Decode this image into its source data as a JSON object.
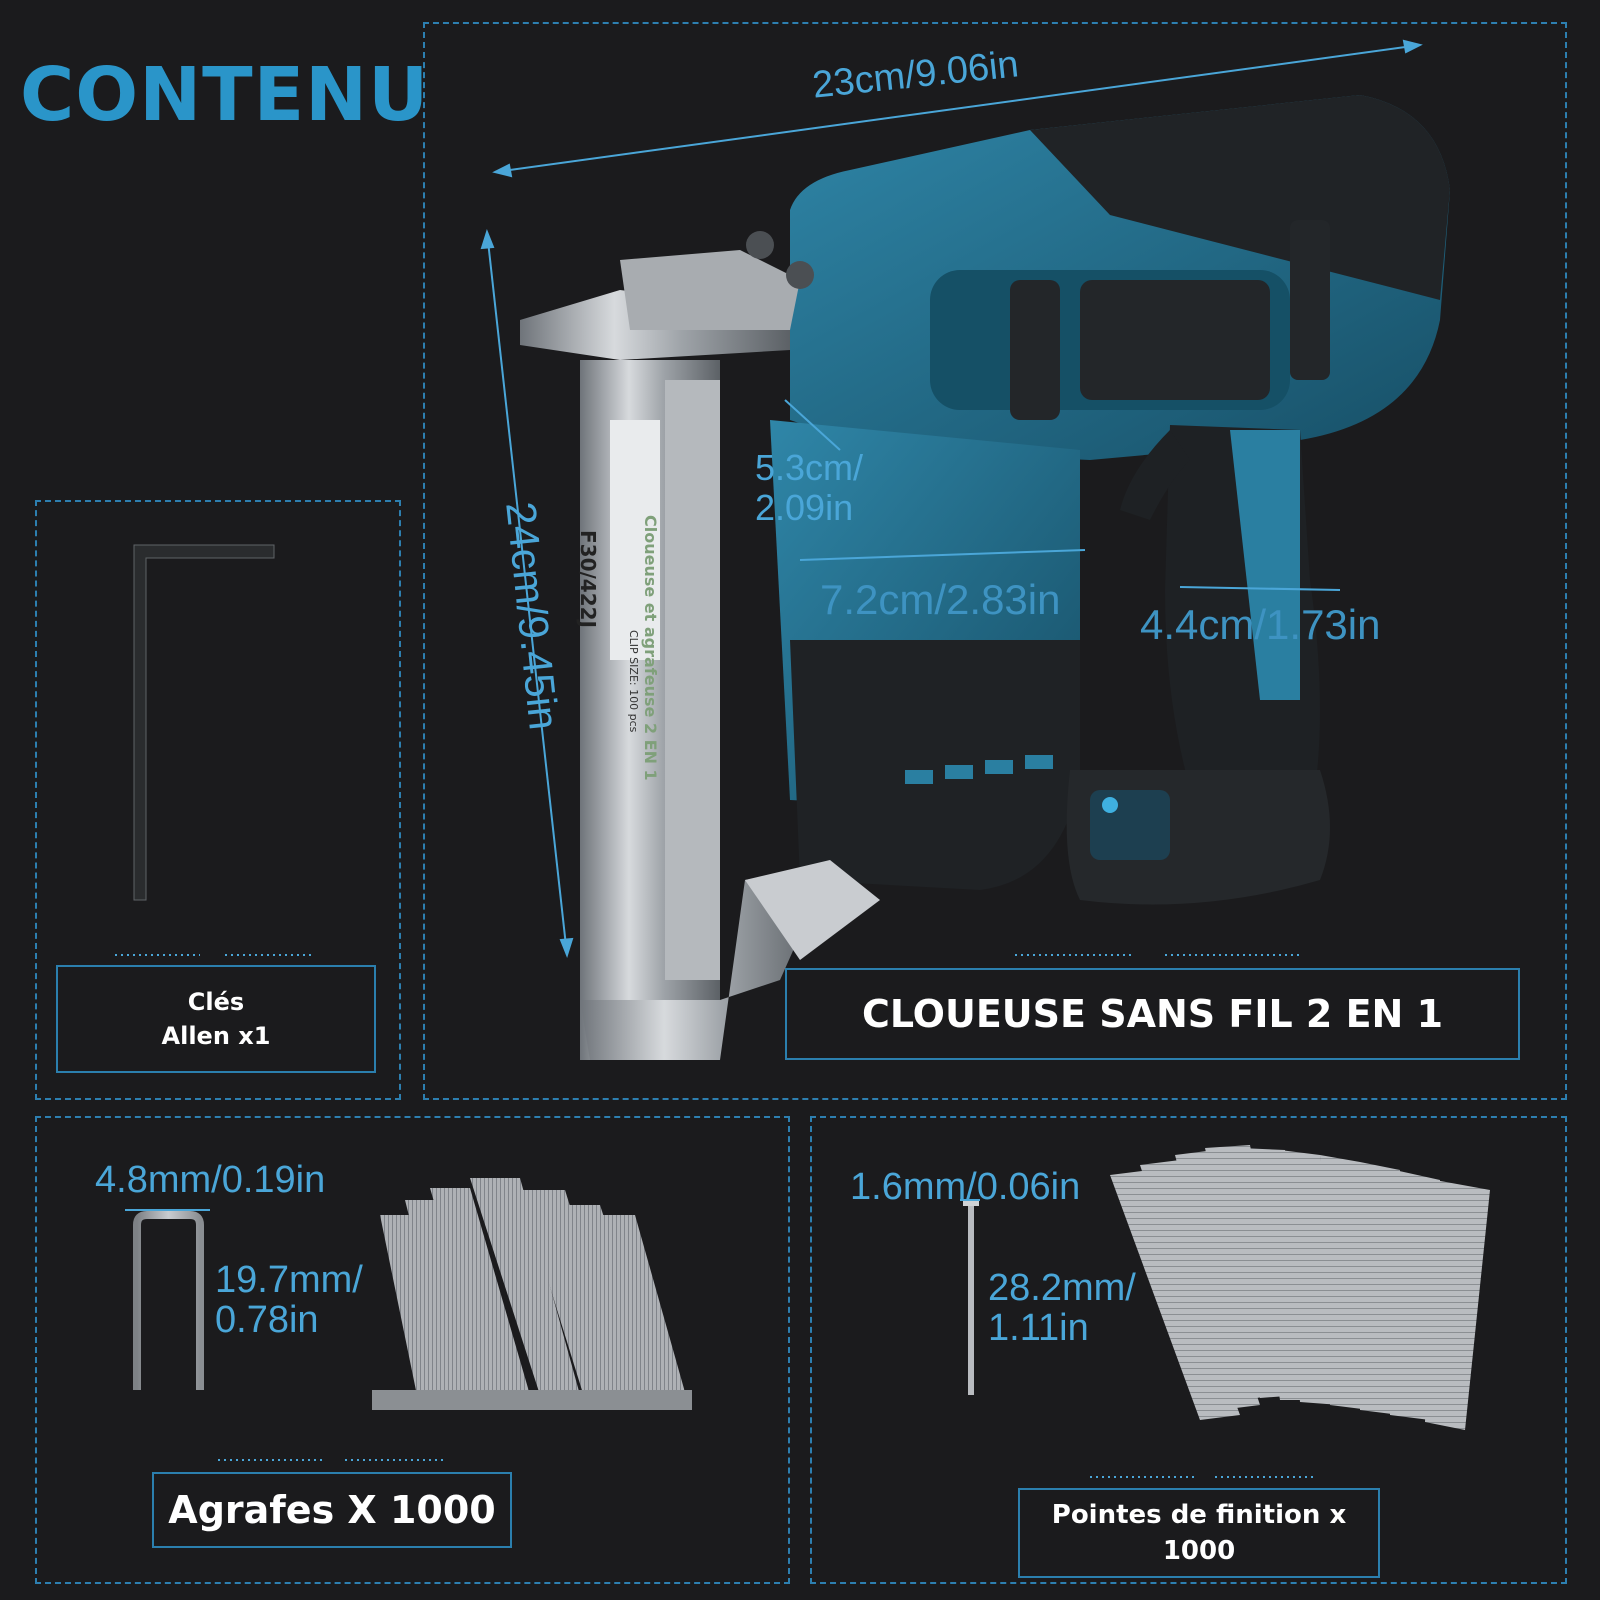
{
  "page": {
    "title": "CONTENU"
  },
  "product": {
    "label": "CLOUEUSE SANS FIL 2 EN 1",
    "magazine_text": "F30/422J",
    "magazine_sub": "Cloueuse et agrafeuse 2 EN 1",
    "magazine_clip": "CLIP SIZE: 100 pcs",
    "dimensions": {
      "length": "23cm/9.06in",
      "height": "24cm/9.45in",
      "depth_top": "5.3cm/",
      "depth_top_in": "2.09in",
      "body_width": "7.2cm/2.83in",
      "grip_width": "4.4cm/1.73in"
    }
  },
  "accessories": {
    "allen": {
      "label_line1": "Clés",
      "label_line2": "Allen x1"
    },
    "staples": {
      "label": "Agrafes X 1000",
      "width": "4.8mm/0.19in",
      "length_line1": "19.7mm/",
      "length_line2": "0.78in"
    },
    "nails": {
      "label_line1": "Pointes de finition x",
      "label_line2": "1000",
      "width": "1.6mm/0.06in",
      "length_line1": "28.2mm/",
      "length_line2": "1.11in"
    }
  },
  "colors": {
    "background": "#1b1b1d",
    "accent": "#2a95c9",
    "panel_border": "#2d7fb0",
    "tool_body": "#1f6a88"
  }
}
